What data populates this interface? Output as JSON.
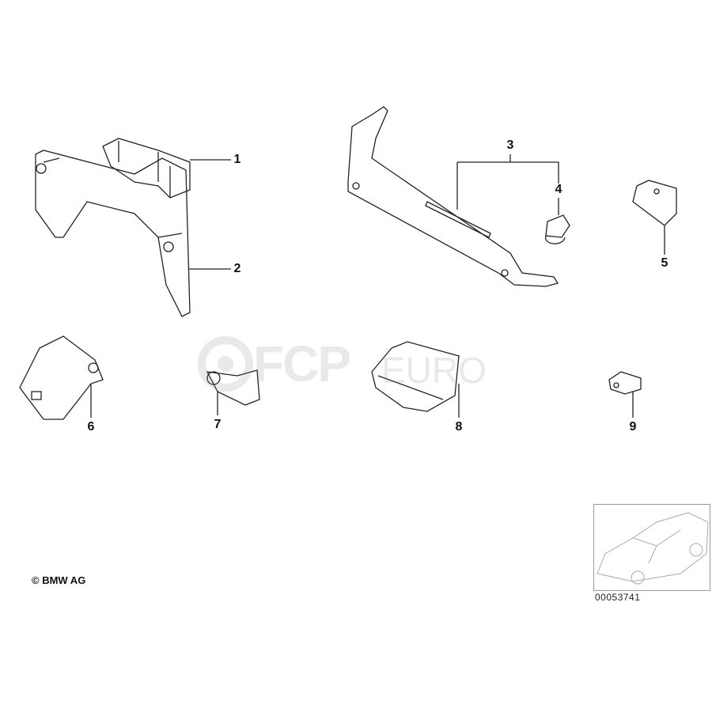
{
  "callouts": [
    "1",
    "2",
    "3",
    "4",
    "5",
    "6",
    "7",
    "8",
    "9"
  ],
  "copyright": "© BMW AG",
  "diagram_number": "00053741",
  "watermark": {
    "brand": "FCP",
    "suffix": "EURO"
  }
}
